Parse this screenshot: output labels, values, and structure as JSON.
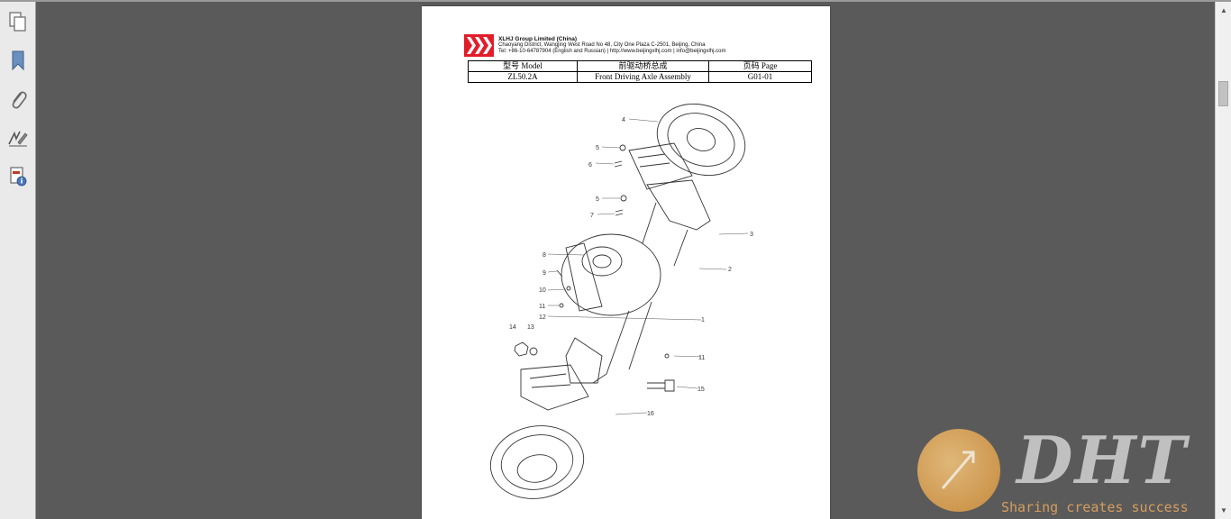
{
  "header": {
    "company_name": "XLHJ Group Limited (China)",
    "address": "Chaoyang District, Wangjing West Road No 48, City One Plaza C-2501, Beijing, China",
    "contact": "Tel: +86-10-64787904 (English and Russian) | http://www.beijingxlhj.com | info@beijingxlhj.com"
  },
  "table": {
    "model_header": "型号    Model",
    "model_value": "ZL50.2A",
    "name_header": "前驱动桥总成",
    "name_value": "Front Driving Axle Assembly",
    "page_header": "页码 Page",
    "page_value": "G01-01"
  },
  "callouts": [
    "1",
    "2",
    "3",
    "4",
    "5",
    "6",
    "5",
    "7",
    "8",
    "9",
    "10",
    "11",
    "12",
    "13",
    "14",
    "11",
    "15",
    "16"
  ],
  "watermark": {
    "brand": "DHT",
    "tagline": "Sharing creates success"
  },
  "icons": {
    "pages": "pages-icon",
    "bookmarks": "bookmark-icon",
    "attachments": "paperclip-icon",
    "signatures": "signature-icon",
    "info": "document-info-icon"
  },
  "colors": {
    "logo_red": "#e21d2a",
    "sidebar": "#eaeaea",
    "viewer_bg": "#5a5a5a"
  }
}
